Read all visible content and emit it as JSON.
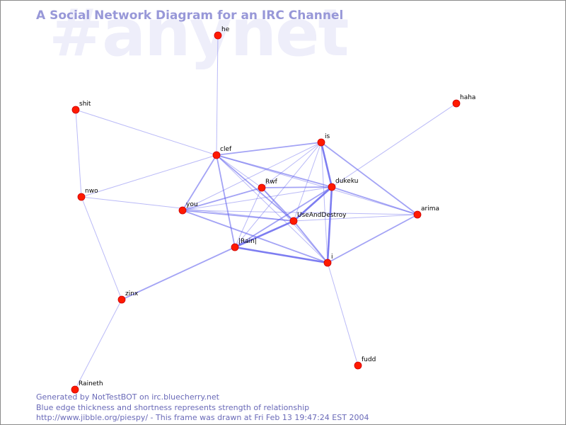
{
  "watermark": "#anynet",
  "title": "A Social Network Diagram for an IRC Channel",
  "footer": {
    "line1": "Generated by NotTestBOT on irc.bluecherry.net",
    "line2": "Blue edge thickness and shortness represents strength of relationship",
    "line3": "http://www.jibble.org/piespy/ - This frame was drawn at Fri Feb 13 19:47:24 EST 2004"
  },
  "colors": {
    "node": "#ff1a00",
    "node_stroke": "#cc0000",
    "edge": "#6666ee",
    "title": "#9898d8",
    "watermark": "#eeeefa",
    "footer": "#6a6ab8"
  },
  "graph": {
    "nodes": [
      {
        "id": "he",
        "label": "he"
      },
      {
        "id": "shit",
        "label": "shit"
      },
      {
        "id": "haha",
        "label": "haha"
      },
      {
        "id": "clef",
        "label": "clef"
      },
      {
        "id": "is",
        "label": "is"
      },
      {
        "id": "nwo",
        "label": "nwo"
      },
      {
        "id": "Rwf",
        "label": "Rwf"
      },
      {
        "id": "dukeku",
        "label": "dukeku"
      },
      {
        "id": "you",
        "label": "you"
      },
      {
        "id": "UseAndDestroy",
        "label": "UseAndDestroy"
      },
      {
        "id": "arima",
        "label": "arima"
      },
      {
        "id": "Rain",
        "label": "|Rain|"
      },
      {
        "id": "i",
        "label": "i"
      },
      {
        "id": "zinx",
        "label": "zinx"
      },
      {
        "id": "fudd",
        "label": "fudd"
      },
      {
        "id": "Raineth",
        "label": "Raineth"
      }
    ],
    "edges": [
      {
        "source": "he",
        "target": "clef",
        "weight": 1
      },
      {
        "source": "shit",
        "target": "clef",
        "weight": 1
      },
      {
        "source": "shit",
        "target": "nwo",
        "weight": 1
      },
      {
        "source": "haha",
        "target": "dukeku",
        "weight": 1
      },
      {
        "source": "nwo",
        "target": "clef",
        "weight": 1
      },
      {
        "source": "nwo",
        "target": "zinx",
        "weight": 1
      },
      {
        "source": "nwo",
        "target": "UseAndDestroy",
        "weight": 1
      },
      {
        "source": "zinx",
        "target": "Raineth",
        "weight": 1
      },
      {
        "source": "zinx",
        "target": "Rain",
        "weight": 2
      },
      {
        "source": "clef",
        "target": "is",
        "weight": 2
      },
      {
        "source": "clef",
        "target": "dukeku",
        "weight": 2
      },
      {
        "source": "clef",
        "target": "you",
        "weight": 2
      },
      {
        "source": "clef",
        "target": "Rain",
        "weight": 2
      },
      {
        "source": "clef",
        "target": "UseAndDestroy",
        "weight": 2
      },
      {
        "source": "clef",
        "target": "i",
        "weight": 1
      },
      {
        "source": "clef",
        "target": "arima",
        "weight": 1
      },
      {
        "source": "clef",
        "target": "Rwf",
        "weight": 1
      },
      {
        "source": "is",
        "target": "dukeku",
        "weight": 3
      },
      {
        "source": "is",
        "target": "Rwf",
        "weight": 1
      },
      {
        "source": "is",
        "target": "UseAndDestroy",
        "weight": 1
      },
      {
        "source": "is",
        "target": "Rain",
        "weight": 1
      },
      {
        "source": "is",
        "target": "i",
        "weight": 1
      },
      {
        "source": "is",
        "target": "arima",
        "weight": 2
      },
      {
        "source": "is",
        "target": "you",
        "weight": 1
      },
      {
        "source": "Rwf",
        "target": "dukeku",
        "weight": 2
      },
      {
        "source": "Rwf",
        "target": "you",
        "weight": 2
      },
      {
        "source": "Rwf",
        "target": "UseAndDestroy",
        "weight": 2
      },
      {
        "source": "Rwf",
        "target": "Rain",
        "weight": 1
      },
      {
        "source": "Rwf",
        "target": "i",
        "weight": 1
      },
      {
        "source": "dukeku",
        "target": "i",
        "weight": 3
      },
      {
        "source": "dukeku",
        "target": "UseAndDestroy",
        "weight": 3
      },
      {
        "source": "dukeku",
        "target": "Rain",
        "weight": 2
      },
      {
        "source": "dukeku",
        "target": "arima",
        "weight": 2
      },
      {
        "source": "dukeku",
        "target": "you",
        "weight": 1
      },
      {
        "source": "you",
        "target": "UseAndDestroy",
        "weight": 2
      },
      {
        "source": "you",
        "target": "i",
        "weight": 2
      },
      {
        "source": "you",
        "target": "arima",
        "weight": 1
      },
      {
        "source": "UseAndDestroy",
        "target": "Rain",
        "weight": 3
      },
      {
        "source": "UseAndDestroy",
        "target": "i",
        "weight": 2
      },
      {
        "source": "UseAndDestroy",
        "target": "arima",
        "weight": 1
      },
      {
        "source": "Rain",
        "target": "i",
        "weight": 3
      },
      {
        "source": "i",
        "target": "arima",
        "weight": 2
      },
      {
        "source": "i",
        "target": "fudd",
        "weight": 1
      }
    ]
  }
}
